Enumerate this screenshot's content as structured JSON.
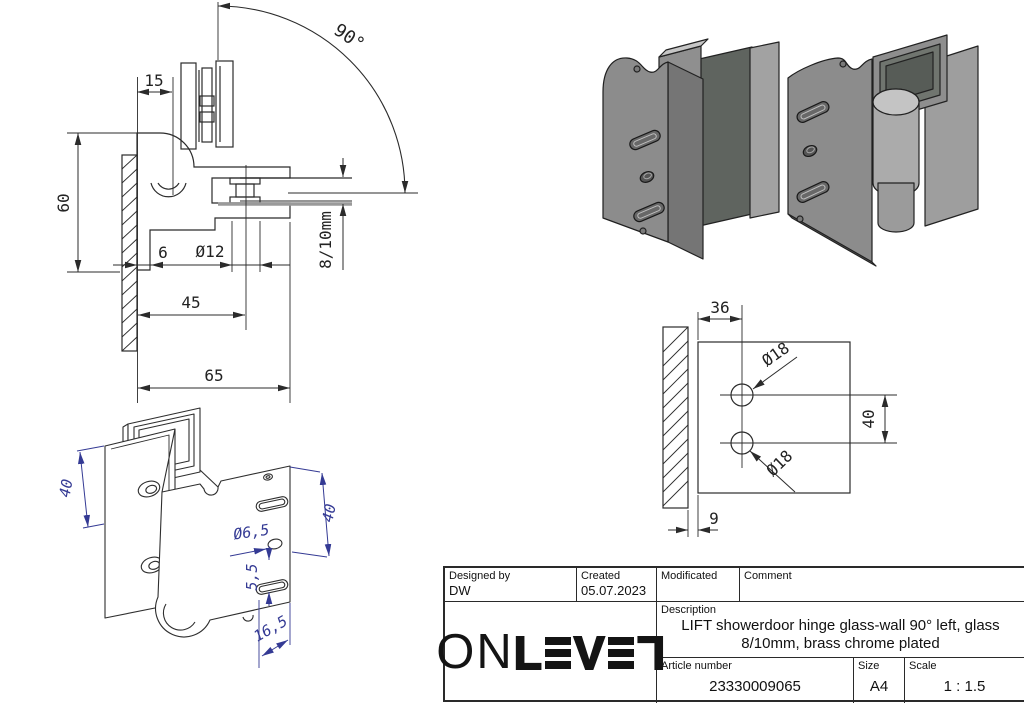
{
  "drawing": {
    "side_view": {
      "angle": "90°",
      "dim_15": "15",
      "dim_60": "60",
      "dim_6": "6",
      "dim_d12": "Ø12",
      "dim_glass": "8/10mm",
      "dim_45": "45",
      "dim_65": "65"
    },
    "face_view": {
      "dim_36": "36",
      "dim_d18_top": "Ø18",
      "dim_d18_bottom": "Ø18",
      "dim_40": "40",
      "dim_9": "9"
    },
    "iso_view": {
      "dim_40_left": "40",
      "dim_d65": "Ø6,5",
      "dim_55": "5,5",
      "dim_40_right": "40",
      "dim_165": "16,5"
    }
  },
  "title_block": {
    "designed_by_label": "Designed by",
    "designed_by_value": "DW",
    "created_label": "Created",
    "created_value": "05.07.2023",
    "modificated_label": "Modificated",
    "modificated_value": "",
    "comment_label": "Comment",
    "comment_value": "",
    "description_label": "Description",
    "description_line1": "LIFT showerdoor hinge glass-wall 90° left, glass",
    "description_line2": "8/10mm, brass chrome plated",
    "article_number_label": "Article number",
    "article_number_value": "23330009065",
    "size_label": "Size",
    "size_value": "A4",
    "scale_label": "Scale",
    "scale_value": "1 : 1.5",
    "logo_on": "ON",
    "logo_l": "L",
    "logo_v": "V",
    "logo_l2": "L"
  },
  "colors": {
    "line": "#2b2b2b",
    "dim_text": "#222222",
    "iso_dim_text": "#343a94",
    "metal_light": "#c6c6c6",
    "metal_mid": "#8c8c8c",
    "metal_dark": "#6f6f6f",
    "glass_dark": "#575c57",
    "background": "#ffffff"
  }
}
